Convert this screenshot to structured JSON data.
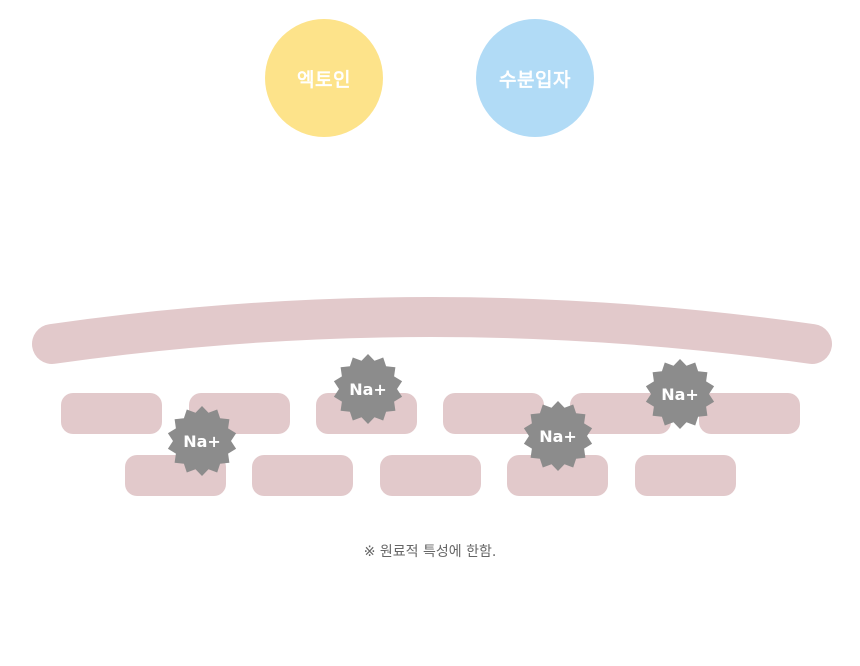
{
  "molecules": {
    "ectoin": {
      "label": "엑토인",
      "color": "#fde38a"
    },
    "water": {
      "label": "수분입자",
      "color": "#b1dbf6"
    }
  },
  "ions": {
    "label": "Na+",
    "color": "#8c8c8c",
    "count": 4
  },
  "colors": {
    "barrier": "#e2c9cb",
    "cell": "#e2c9cb",
    "background": "#ffffff"
  },
  "footnote": "※ 원료적 특성에 한함."
}
